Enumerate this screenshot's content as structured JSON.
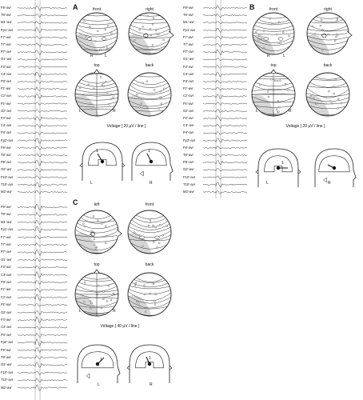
{
  "channels_a": [
    "F9'-avr",
    "T9'-avr",
    "M1'-avr",
    "Fp1'-avr",
    "F7'-avr",
    "T7'-avr",
    "P7'-avr",
    "O1'-avr",
    "F3'-avr",
    "C3'-avr",
    "P3'-avr",
    "Fz'-avr",
    "Cz'-avr",
    "Pz'-avr",
    "Oz'-avr",
    "F4'-avr",
    "C4'-avr",
    "P4'-avr",
    "Fp2'-avr",
    "F8'-avr",
    "T8'-avr",
    "P8'-avr",
    "O2'-avr",
    "F10'-avr",
    "T10'-avr",
    "M2'-avr"
  ],
  "channels_c": [
    "F9'-avr",
    "T9'-avr",
    "M1'-avr",
    "Fp1'-avr",
    "F7'-avr",
    "T7'-avr",
    "P7'-avr",
    "O1'-avr",
    "F3'-avr",
    "C3'-avr",
    "P3'-avr",
    "Fz'-avr",
    "Cz'-avr",
    "Pz'-avr",
    "Oz'-avr",
    "F4'-avr",
    "C4'-avr",
    "P4'-avr",
    "Fp2'-avr",
    "F8'-avr",
    "T8'-avr",
    "O2'-avr",
    "F10'-avr",
    "T10'-avr",
    "M2'-avr"
  ],
  "panels": {
    "A": {
      "label": "A",
      "views": [
        "front",
        "right",
        "top",
        "back"
      ],
      "voltage": "Voltage [ 20 µV / line ]",
      "dipole": "1"
    },
    "B": {
      "label": "B",
      "views": [
        "front",
        "right",
        "top",
        "back"
      ],
      "voltage": "Voltage [ 20 µV / line ]",
      "dipole": "1"
    },
    "C": {
      "label": "C",
      "views": [
        "left",
        "front",
        "top",
        "back"
      ],
      "voltage": "Voltage [ 40 µV / line ]",
      "dipole": "1"
    }
  },
  "sides": {
    "L": "L",
    "R": "R"
  }
}
